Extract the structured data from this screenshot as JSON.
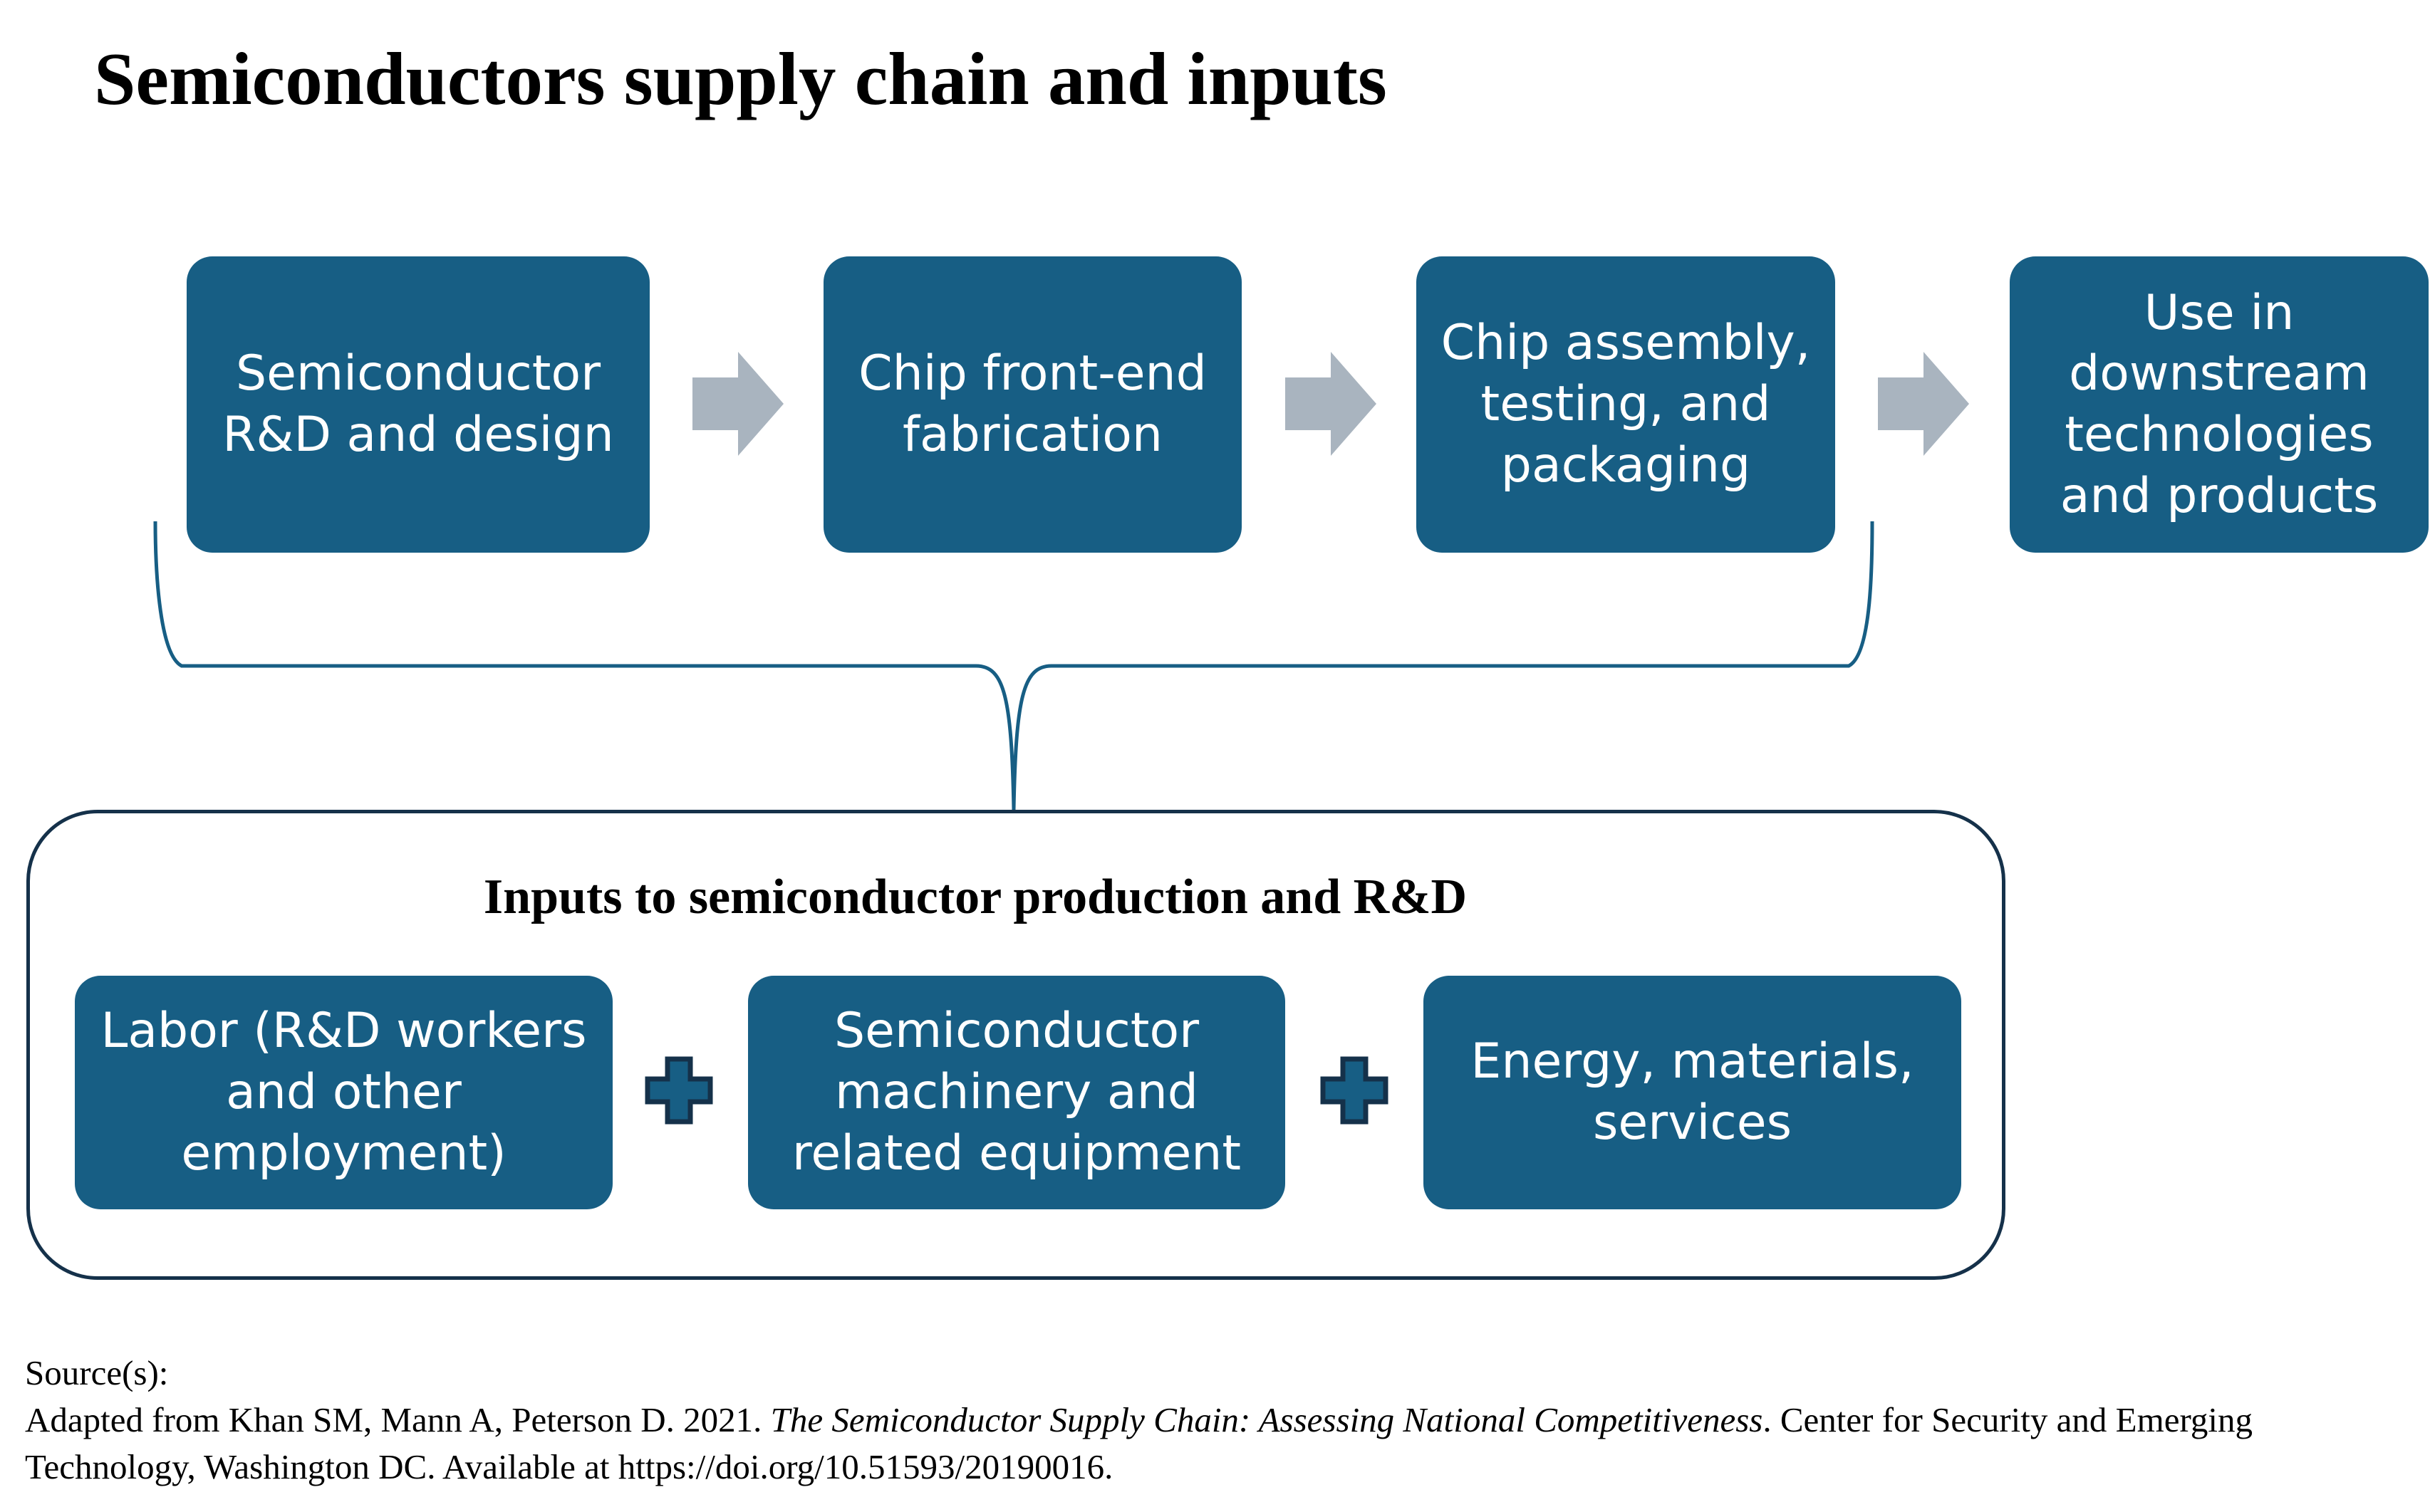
{
  "title": "Semiconductors supply chain and inputs",
  "supply_chain": {
    "steps": [
      {
        "label": "Semiconductor\nR&D and design"
      },
      {
        "label": "Chip front-end\nfabrication"
      },
      {
        "label": "Chip assembly,\ntesting, and\npackaging"
      },
      {
        "label": "Use in\ndownstream\ntechnologies\nand products"
      }
    ],
    "arrow_icon": "right-arrow-icon"
  },
  "inputs": {
    "heading": "Inputs to semiconductor production and R&D",
    "items": [
      {
        "label": "Labor (R&D workers\nand other\nemployment)"
      },
      {
        "label": "Semiconductor\nmachinery and\nrelated equipment"
      },
      {
        "label": "Energy, materials,\nservices"
      }
    ],
    "plus_icon": "plus-icon"
  },
  "source": {
    "label": "Source(s):",
    "prefix": "Adapted from Khan SM, Mann A, Peterson D. 2021. ",
    "work_title": "The Semiconductor Supply Chain: Assessing National Competitiveness",
    "suffix": ". Center for Security and Emerging Technology, Washington DC. Available at https://doi.org/10.51593/20190016."
  },
  "colors": {
    "box_fill": "#175e84",
    "arrow_fill": "#a9b4bf",
    "connector": "#175e84",
    "frame_border": "#15314a"
  }
}
